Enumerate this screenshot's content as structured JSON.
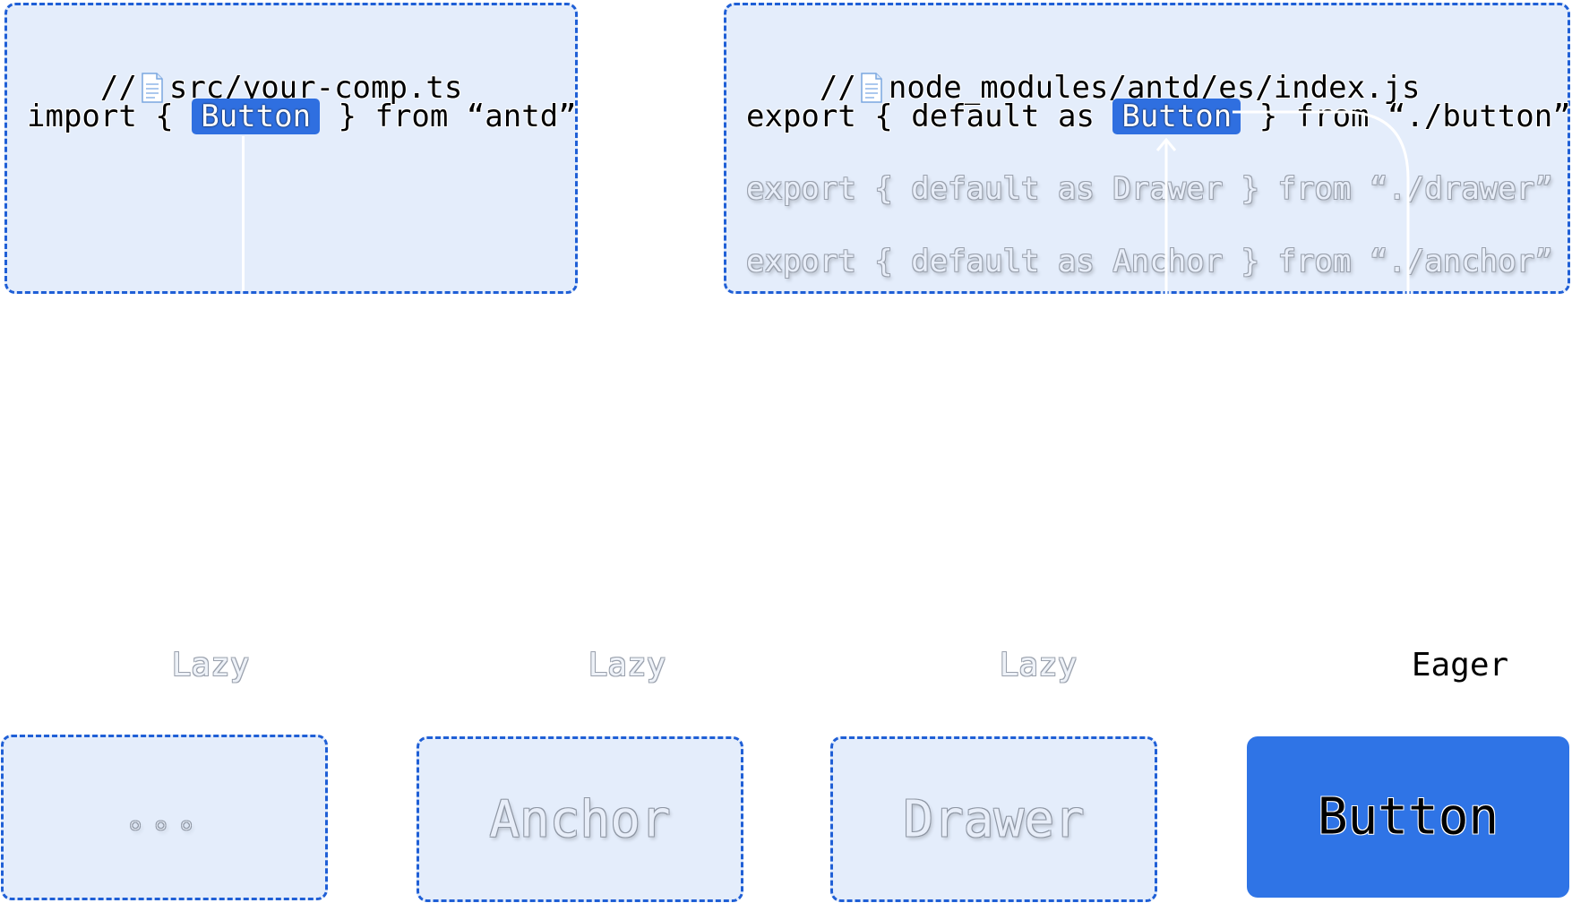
{
  "source_file": {
    "comment_prefix": "//",
    "path": "src/your-comp.ts",
    "import_line": {
      "before": "import { ",
      "highlight": "Button",
      "after": " } from “antd”"
    }
  },
  "index_file": {
    "comment_prefix": "//",
    "path": "node_modules/antd/es/index.js",
    "lines": [
      {
        "before": "export { default as ",
        "highlight": "Button",
        "after": " } from “./button”"
      },
      {
        "text": "export { default as Drawer } from “./drawer”"
      },
      {
        "text": "export { default as Anchor } from “./anchor”"
      }
    ]
  },
  "chunks": [
    {
      "label": "Lazy",
      "text": "◦◦◦"
    },
    {
      "label": "Lazy",
      "text": "Anchor"
    },
    {
      "label": "Lazy",
      "text": "Drawer"
    },
    {
      "label": "Eager",
      "text": "Button"
    }
  ],
  "colors": {
    "panel_fill": "#e4edfb",
    "dashed_border": "#1f5fd6",
    "highlight": "#2f6fe0",
    "eager_fill": "#2f74e6"
  }
}
